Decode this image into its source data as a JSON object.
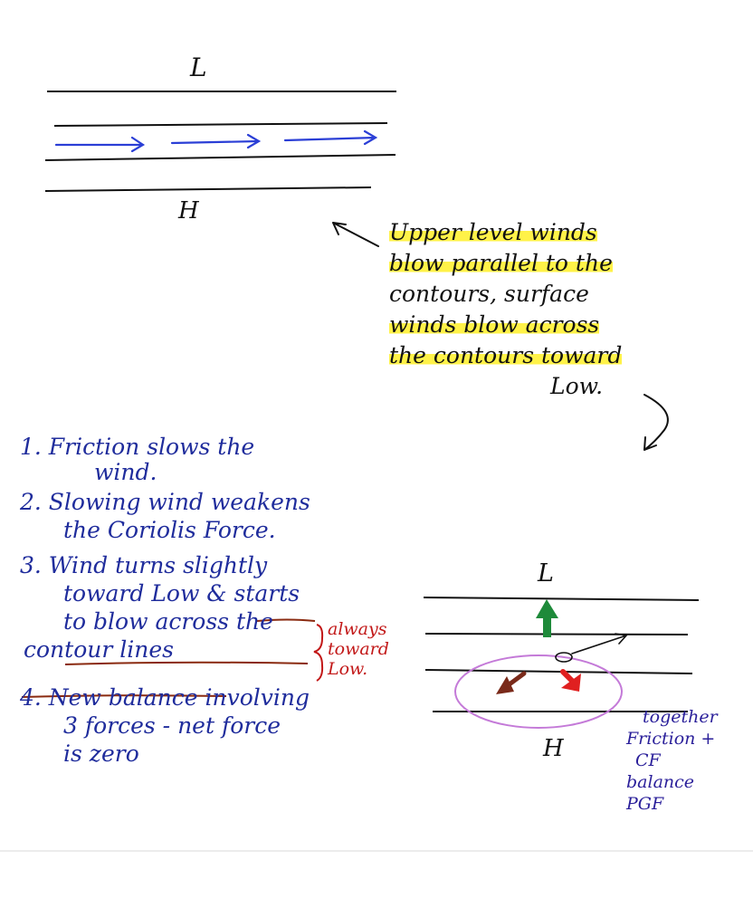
{
  "top_diagram": {
    "low_label": "L",
    "high_label": "H"
  },
  "callout": {
    "lines": [
      "Upper level winds",
      "blow parallel to the",
      "contours, surface",
      "winds blow across",
      "the contours toward",
      "Low."
    ]
  },
  "steps": [
    {
      "lines": [
        "1. Friction slows the",
        "wind."
      ]
    },
    {
      "lines": [
        "2. Slowing wind weakens",
        "the Coriolis Force."
      ]
    },
    {
      "lines": [
        "3. Wind turns slightly",
        "toward Low & starts",
        "to blow across the",
        "contour lines"
      ]
    },
    {
      "lines": [
        "4. New balance involving",
        "3 forces - net force",
        "is zero"
      ]
    }
  ],
  "side_note": {
    "lines": [
      "always",
      "toward",
      "Low."
    ]
  },
  "bottom_diagram": {
    "low_label": "L",
    "high_label": "H",
    "note_lines": [
      "together",
      "Friction +",
      "CF",
      "balance",
      "PGF"
    ]
  },
  "colors": {
    "ink_black": "#111111",
    "ink_blue": "#1f2c9c",
    "arrow_blue": "#2b3fd6",
    "highlight": "#fff028",
    "ink_red": "#c21818",
    "arrow_green": "#1e8a3a",
    "arrow_brown": "#7a2a1a",
    "arrow_red": "#e02020",
    "ellipse": "#c47ad8",
    "underline_brown": "#8a2a10"
  }
}
